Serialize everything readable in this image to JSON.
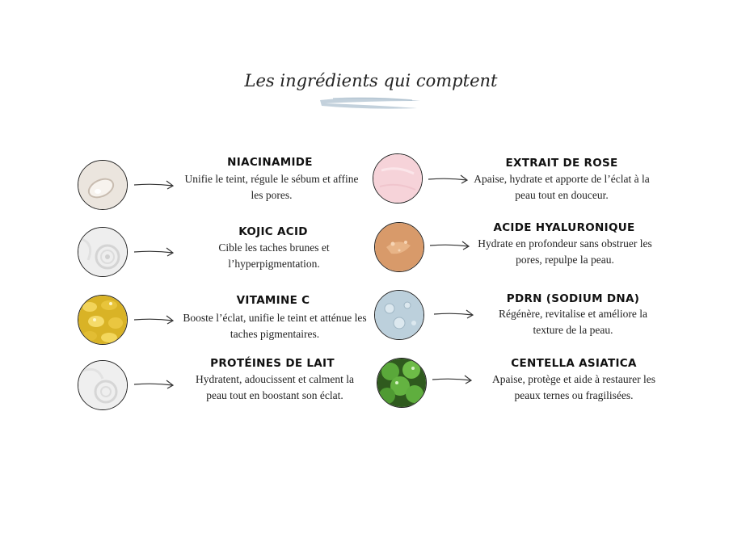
{
  "page": {
    "title": "Les ingrédients qui comptent"
  },
  "ingredients": [
    {
      "name": "NIACINAMIDE",
      "description": "Unifie le teint, régule le sébum et affine les pores.",
      "texture": "cream-drop-icon"
    },
    {
      "name": "KOJIC ACID",
      "description": "Cible les taches brunes et l’hyperpigmentation.",
      "texture": "milk-swirl-icon"
    },
    {
      "name": "VITAMINE C",
      "description": "Booste l’éclat, unifie le teint et atténue les taches pigmentaires.",
      "texture": "golden-capsules-icon"
    },
    {
      "name": "PROTÉINES DE LAIT",
      "description": "Hydratent, adoucissent et calment la peau tout en boostant son éclat.",
      "texture": "milk-swirl-icon"
    },
    {
      "name": "EXTRAIT DE ROSE",
      "description": "Apaise, hydrate et apporte de l’éclat à la peau tout en douceur.",
      "texture": "pink-rose-texture-icon"
    },
    {
      "name": "ACIDE HYALURONIQUE",
      "description": "Hydrate en profondeur sans obstruer les pores, repulpe la peau.",
      "texture": "peach-gel-icon"
    },
    {
      "name": "PDRN (SODIUM DNA)",
      "description": "Régénère, revitalise et améliore la texture de la peau.",
      "texture": "blue-gel-drops-icon"
    },
    {
      "name": "CENTELLA ASIATICA",
      "description": "Apaise, protège et aide à restaurer les peaux ternes ou fragilisées.",
      "texture": "green-leaves-icon"
    }
  ],
  "colors": {
    "brush": "#b8c9d6",
    "outline": "#1f1f1f",
    "rose": "#f6d3d9",
    "peach": "#d89a6a",
    "blue": "#bcd0dc",
    "gold": "#d9b326",
    "green": "#5aa83a"
  }
}
